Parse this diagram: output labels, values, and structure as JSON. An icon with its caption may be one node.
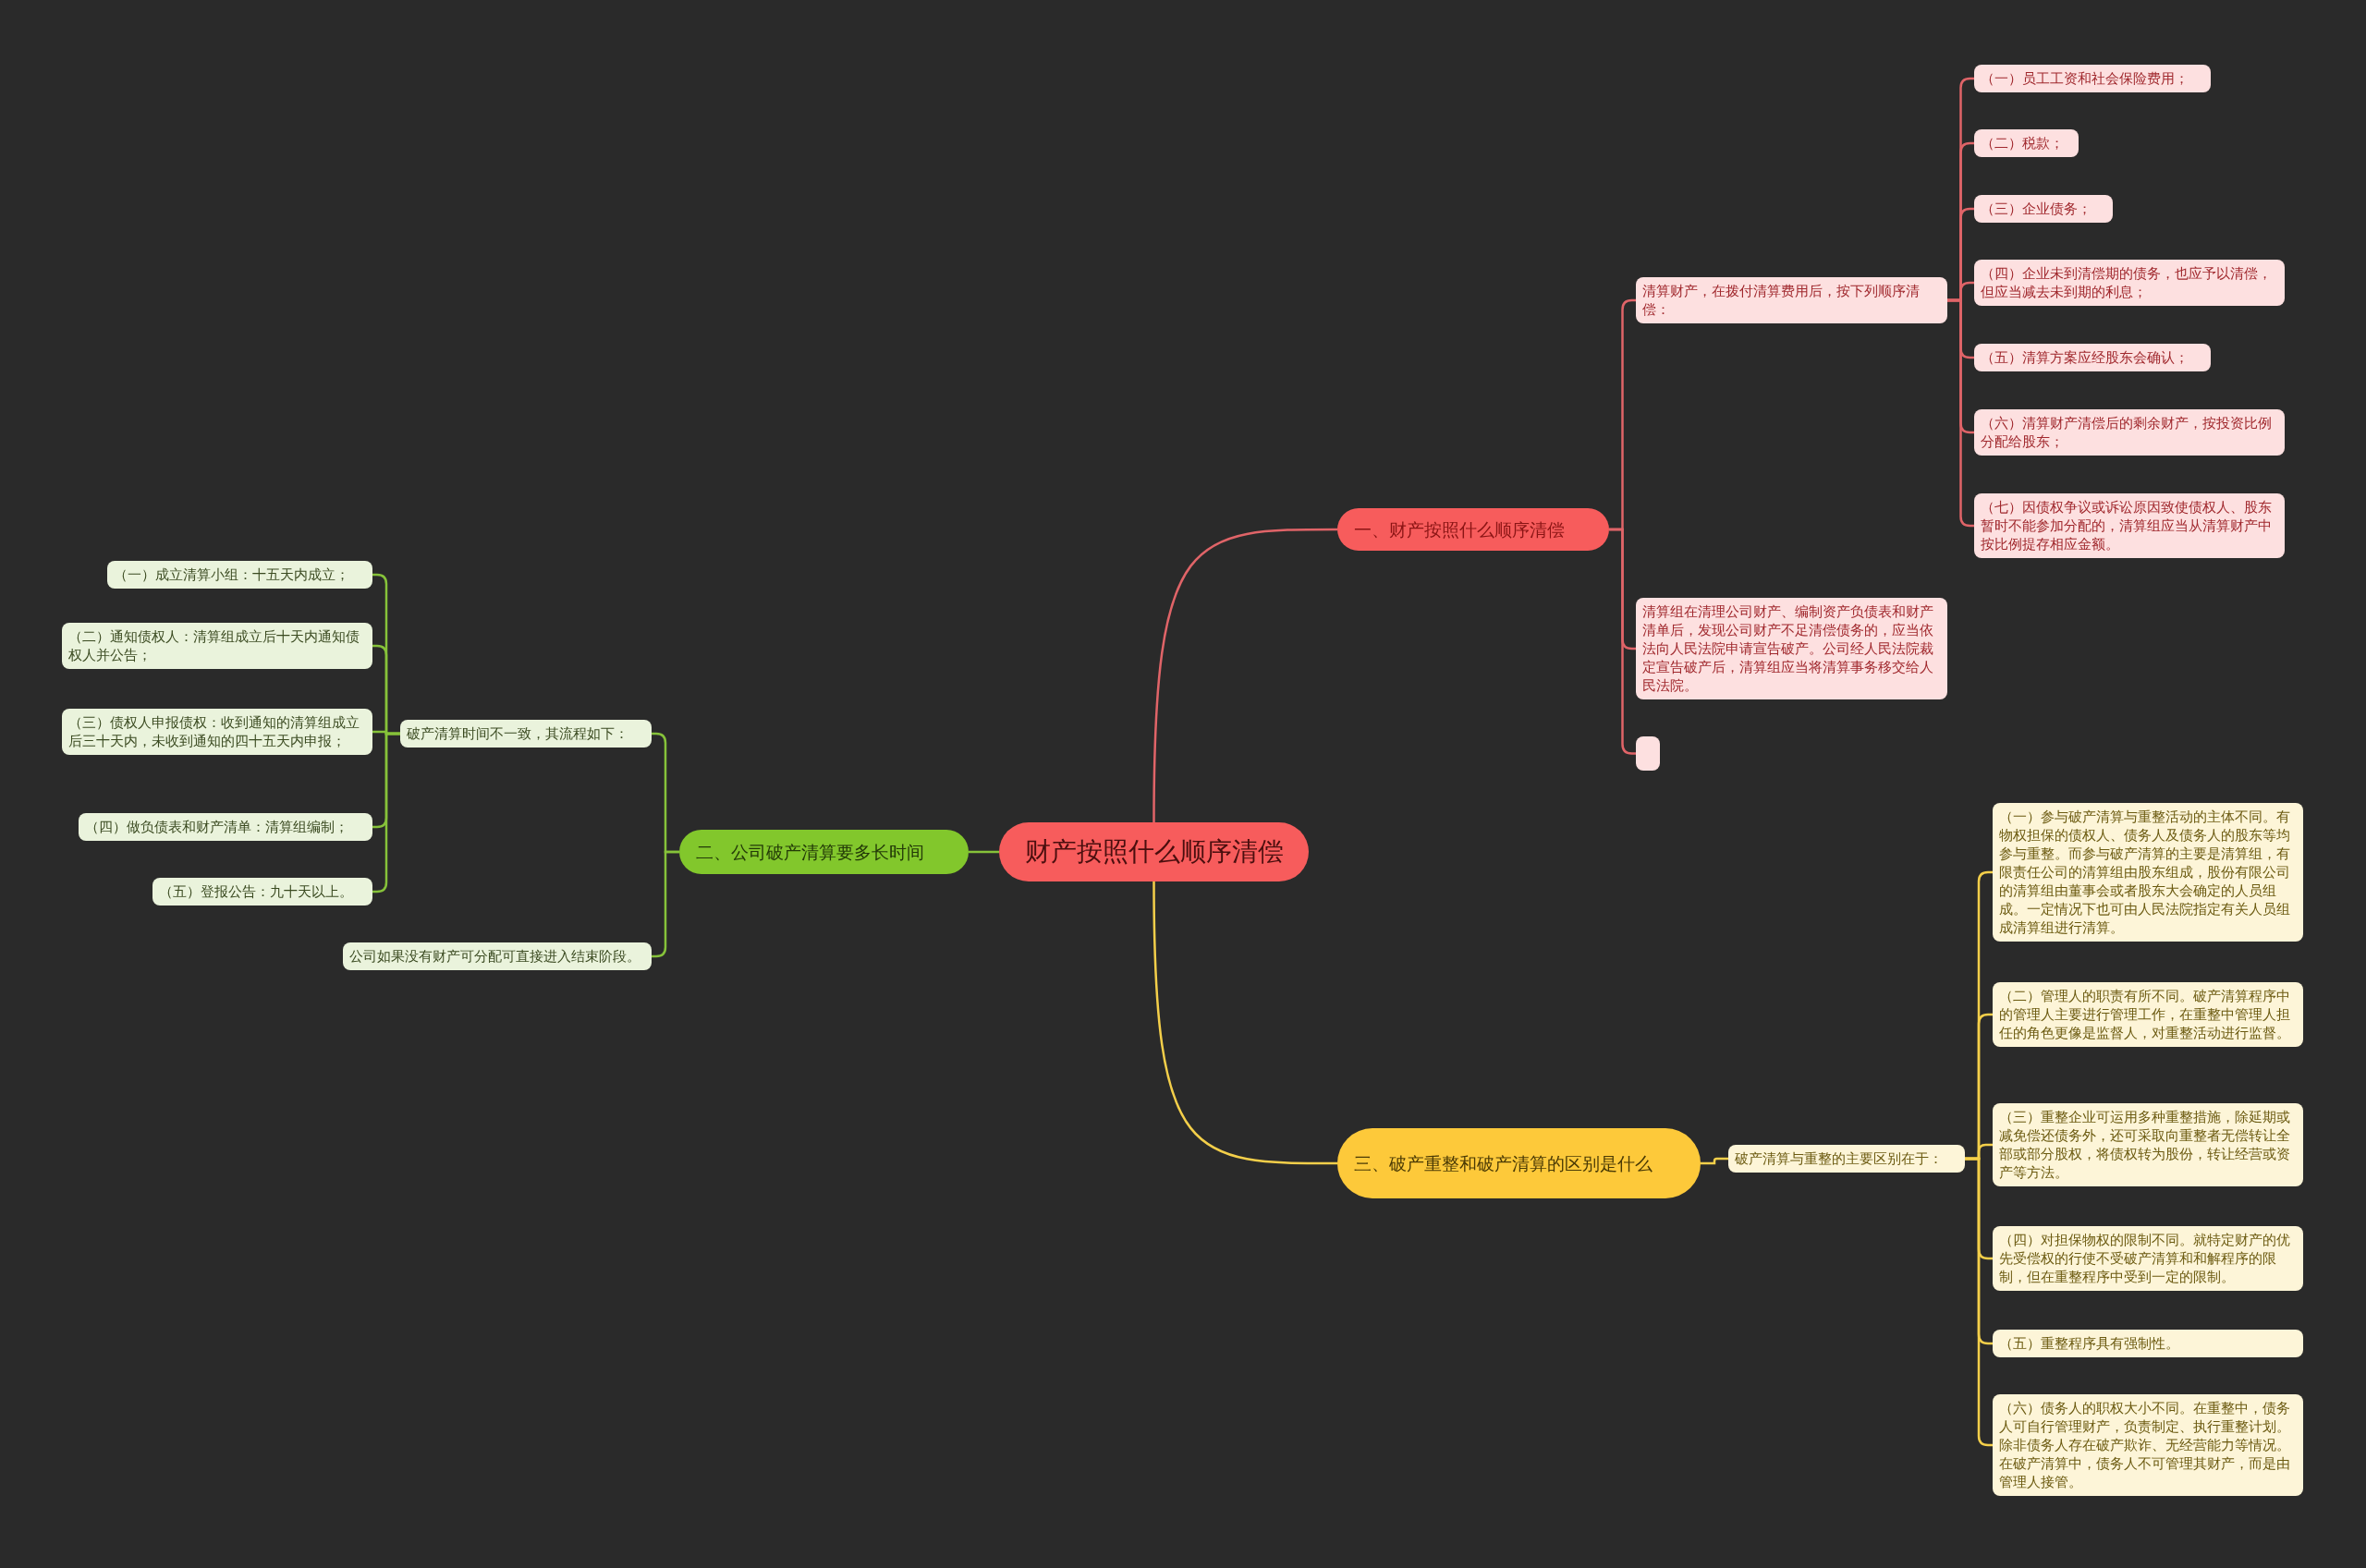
{
  "diagram": {
    "nodes": [
      {
        "text": [
          "财产按照什么顺序清偿"
        ]
      },
      {
        "text": [
          "一、财产按照什么顺序清偿"
        ]
      },
      {
        "text": [
          "清算财产，在拨付清算费用后，按下列顺序清偿："
        ]
      },
      {
        "text": [
          "（一）员工工资和社会保险费用；"
        ]
      },
      {
        "text": [
          "（二）税款；"
        ]
      },
      {
        "text": [
          "（三）企业债务；"
        ]
      },
      {
        "text": [
          "（四）企业未到清偿期的债务，也应予以清偿，但应当减去未到期的利息；"
        ]
      },
      {
        "text": [
          "（五）清算方案应经股东会确认；"
        ]
      },
      {
        "text": [
          "（六）清算财产清偿后的剩余财产，按投资比例分配给股东；"
        ]
      },
      {
        "text": [
          "（七）因债权争议或诉讼原因致使债权人、股东暂时不能参加分配的，清算组应当从清算财产中按比例提存相应金额。"
        ]
      },
      {
        "text": [
          "清算组在清理公司财产、编制资产负债表和财产清单后，发现公司财产不足清偿债务的，应当依法向人民法院申请宣告破产。公司经人民法院裁定宣告破产后，清算组应当将清算事务移交给人民法院。"
        ]
      },
      {
        "text": [],
        "shape": "box"
      },
      {
        "text": [
          "二、公司破产清算要多长时间"
        ]
      },
      {
        "text": [
          "破产清算时间不一致，其流程如下："
        ]
      },
      {
        "text": [
          "（一）成立清算小组：十五天内成立；"
        ]
      },
      {
        "text": [
          "（二）通知债权人：清算组成立后十天内通知债权人并公告；"
        ]
      },
      {
        "text": [
          "（三）债权人申报债权：收到通知的清算组成立后三十天内，未收到通知的四十五天内申报；"
        ]
      },
      {
        "text": [
          "（四）做负债表和财产清单：清算组编制；"
        ]
      },
      {
        "text": [
          "（五）登报公告：九十天以上。"
        ]
      },
      {
        "text": [
          "公司如果没有财产可分配可直接进入结束阶段。"
        ]
      },
      {
        "text": [
          "三、破产重整和破产清算的区别是什么"
        ]
      },
      {
        "text": [
          "破产清算与重整的主要区别在于："
        ]
      },
      {
        "text": [
          "（一）参与破产清算与重整活动的主体不同。有物权担保的债权人、债务人及债务人的股东等均参与重整。而参与破产清算的主要是清算组，有限责任公司的清算组由股东组成，股份有限公司的清算组由董事会或者股东大会确定的人员组成。一定情况下也可由人民法院指定有关人员组成清算组进行清算。"
        ]
      },
      {
        "text": [
          "（二）管理人的职责有所不同。破产清算程序中的管理人主要进行管理工作，在重整中管理人担任的角色更像是监督人，对重整活动进行监督。"
        ]
      },
      {
        "text": [
          "（三）重整企业可运用多种重整措施，除延期或减免偿还债务外，还可采取向重整者无偿转让全部或部分股权，将债权转为股份，转让经营或资产等方法。"
        ]
      },
      {
        "text": [
          "（四）对担保物权的限制不同。就特定财产的优先受偿权的行使不受破产清算和和解程序的限制，但在重整程序中受到一定的限制。"
        ]
      },
      {
        "text": [
          "（五）重整程序具有强制性。"
        ]
      },
      {
        "text": [
          "（六）债务人的职权大小不同。在重整中，债务人可自行管理财产，负责制定、执行重整计划。除非债务人存在破产欺诈、无经营能力等情况。在破产清算中，债务人不可管理其财产，而是由管理人接管。"
        ]
      }
    ],
    "edges": [
      {
        "from": 0,
        "to": 1,
        "arrow": "none",
        "color": "#e06468"
      },
      {
        "from": 1,
        "to": 2,
        "arrow": "none",
        "color": "#e06468"
      },
      {
        "from": 2,
        "to": 3,
        "arrow": "none",
        "color": "#e06468"
      },
      {
        "from": 2,
        "to": 4,
        "arrow": "none",
        "color": "#e06468"
      },
      {
        "from": 2,
        "to": 5,
        "arrow": "none",
        "color": "#e06468"
      },
      {
        "from": 2,
        "to": 6,
        "arrow": "none",
        "color": "#e06468"
      },
      {
        "from": 2,
        "to": 7,
        "arrow": "none",
        "color": "#e06468"
      },
      {
        "from": 2,
        "to": 8,
        "arrow": "none",
        "color": "#e06468"
      },
      {
        "from": 2,
        "to": 9,
        "arrow": "none",
        "color": "#e06468"
      },
      {
        "from": 1,
        "to": 10,
        "arrow": "none",
        "color": "#e06468"
      },
      {
        "from": 1,
        "to": 11,
        "arrow": "none",
        "color": "#e06468"
      },
      {
        "from": 0,
        "to": 12,
        "arrow": "none",
        "color": "#86c23a"
      },
      {
        "from": 12,
        "to": 13,
        "arrow": "none",
        "color": "#86c23a"
      },
      {
        "from": 13,
        "to": 14,
        "arrow": "none",
        "color": "#86c23a"
      },
      {
        "from": 13,
        "to": 15,
        "arrow": "none",
        "color": "#86c23a"
      },
      {
        "from": 13,
        "to": 16,
        "arrow": "none",
        "color": "#86c23a"
      },
      {
        "from": 13,
        "to": 17,
        "arrow": "none",
        "color": "#86c23a"
      },
      {
        "from": 13,
        "to": 18,
        "arrow": "none",
        "color": "#86c23a"
      },
      {
        "from": 12,
        "to": 19,
        "arrow": "none",
        "color": "#86c23a"
      },
      {
        "from": 0,
        "to": 20,
        "arrow": "none",
        "color": "#f4cf4a"
      },
      {
        "from": 20,
        "to": 21,
        "arrow": "none",
        "color": "#f4cf4a"
      },
      {
        "from": 21,
        "to": 22,
        "arrow": "none",
        "color": "#f4cf4a"
      },
      {
        "from": 21,
        "to": 23,
        "arrow": "none",
        "color": "#f4cf4a"
      },
      {
        "from": 21,
        "to": 24,
        "arrow": "none",
        "color": "#f4cf4a"
      },
      {
        "from": 21,
        "to": 25,
        "arrow": "none",
        "color": "#f4cf4a"
      },
      {
        "from": 21,
        "to": 26,
        "arrow": "none",
        "color": "#f4cf4a"
      },
      {
        "from": 21,
        "to": 27,
        "arrow": "none",
        "color": "#f4cf4a"
      }
    ]
  }
}
